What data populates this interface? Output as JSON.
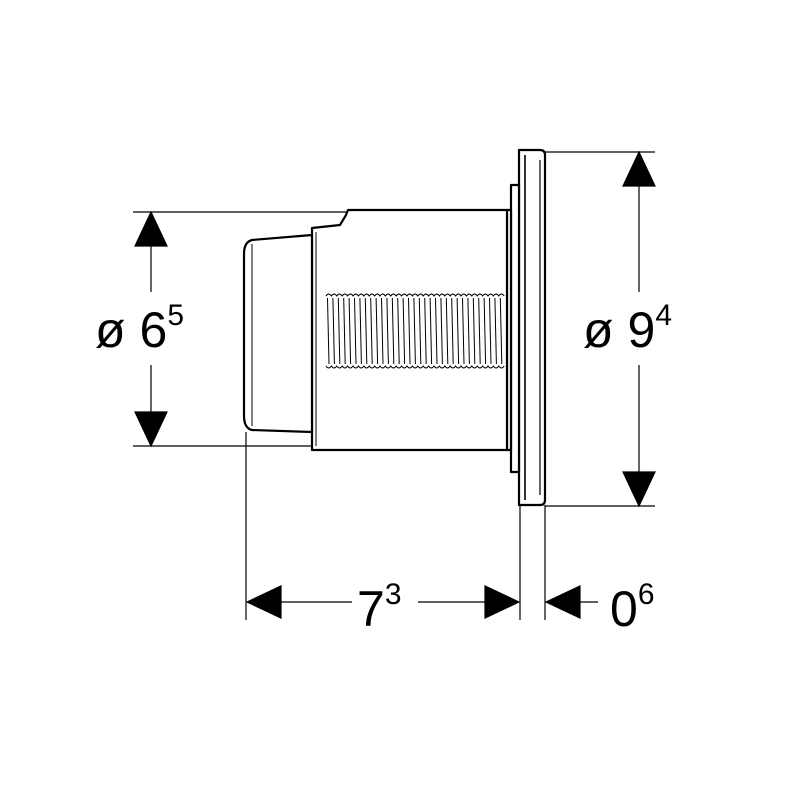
{
  "dimensions": {
    "inner_diameter": {
      "symbol": "ø",
      "whole": "6",
      "fraction": "5"
    },
    "outer_diameter": {
      "symbol": "ø",
      "whole": "9",
      "fraction": "4"
    },
    "depth": {
      "whole": "7",
      "fraction": "3"
    },
    "plate_thickness": {
      "whole": "0",
      "fraction": "6"
    }
  },
  "colors": {
    "line": "#000000",
    "background": "#ffffff"
  }
}
